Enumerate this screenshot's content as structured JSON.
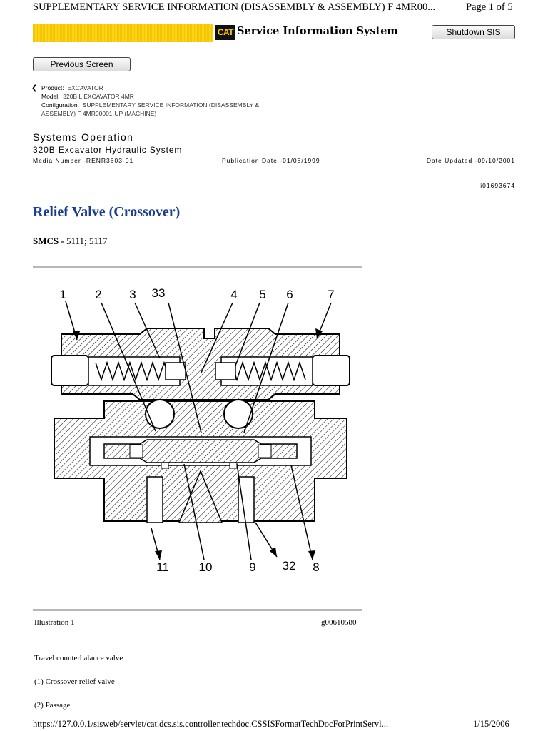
{
  "header": {
    "doc_title": "SUPPLEMENTARY SERVICE INFORMATION (DISASSEMBLY & ASSEMBLY) F 4MR00...",
    "page": "Page 1 of 5"
  },
  "banner": {
    "logo_text": "CAT",
    "system_title": "Service Information System",
    "shutdown_label": "Shutdown SIS",
    "accent_color": "#ffcc00"
  },
  "nav": {
    "previous_label": "Previous Screen"
  },
  "meta": {
    "product_label": "Product:",
    "product_value": "EXCAVATOR",
    "model_label": "Model:",
    "model_value": "320B L EXCAVATOR 4MR",
    "config_label": "Configuration:",
    "config_value_line1": "SUPPLEMENTARY SERVICE INFORMATION (DISASSEMBLY &",
    "config_value_line2": "ASSEMBLY) F 4MR00001-UP (MACHINE)"
  },
  "systems": {
    "heading": "Systems Operation",
    "name": "320B Excavator Hydraulic System",
    "media_number": "Media Number -RENR3603-01",
    "publication_date": "Publication Date -01/08/1999",
    "date_updated": "Date Updated -09/10/2001",
    "doc_id": "i01693674"
  },
  "content": {
    "title": "Relief Valve (Crossover)",
    "smcs_label": "SMCS -",
    "smcs_value": "5111; 5117",
    "illustration_label": "Illustration 1",
    "illustration_id": "g00610580",
    "callouts_top": [
      "1",
      "2",
      "3",
      "33",
      "4",
      "5",
      "6",
      "7"
    ],
    "callouts_bottom": [
      "11",
      "10",
      "9",
      "32",
      "8"
    ],
    "paragraphs": [
      "Travel counterbalance valve",
      "(1) Crossover relief valve",
      "(2) Passage"
    ]
  },
  "footer": {
    "url": "https://127.0.0.1/sisweb/servlet/cat.dcs.sis.controller.techdoc.CSSISFormatTechDocForPrintServl...",
    "date": "1/15/2006"
  }
}
